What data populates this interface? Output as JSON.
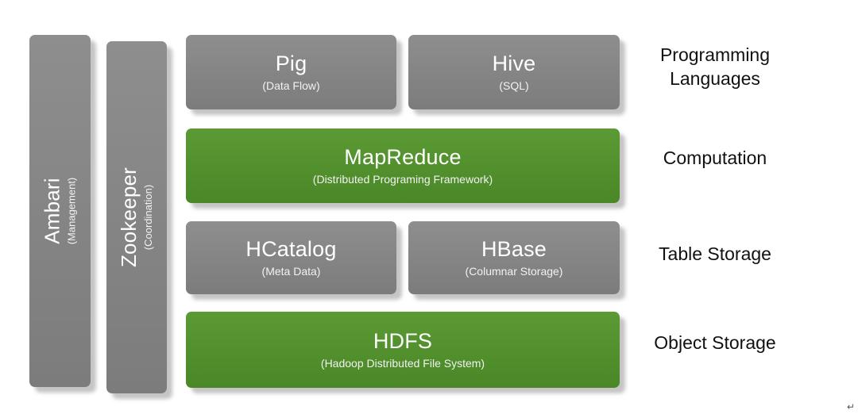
{
  "sidebars": [
    {
      "title": "Ambari",
      "subtitle": "(Management)"
    },
    {
      "title": "Zookeeper",
      "subtitle": "(Coordination)"
    }
  ],
  "boxes": {
    "pig": {
      "title": "Pig",
      "subtitle": "(Data Flow)"
    },
    "hive": {
      "title": "Hive",
      "subtitle": "(SQL)"
    },
    "mapreduce": {
      "title": "MapReduce",
      "subtitle": "(Distributed Programing Framework)"
    },
    "hcatalog": {
      "title": "HCatalog",
      "subtitle": "(Meta Data)"
    },
    "hbase": {
      "title": "HBase",
      "subtitle": "(Columnar Storage)"
    },
    "hdfs": {
      "title": "HDFS",
      "subtitle": "(Hadoop Distributed File System)"
    }
  },
  "layer_labels": {
    "programming": "Programming Languages",
    "computation": "Computation",
    "table_storage": "Table Storage",
    "object_storage": "Object Storage"
  },
  "corner_glyph": "↵",
  "colors": {
    "gray_box": "#858585",
    "green_box": "#52902d",
    "label_text": "#111111"
  }
}
